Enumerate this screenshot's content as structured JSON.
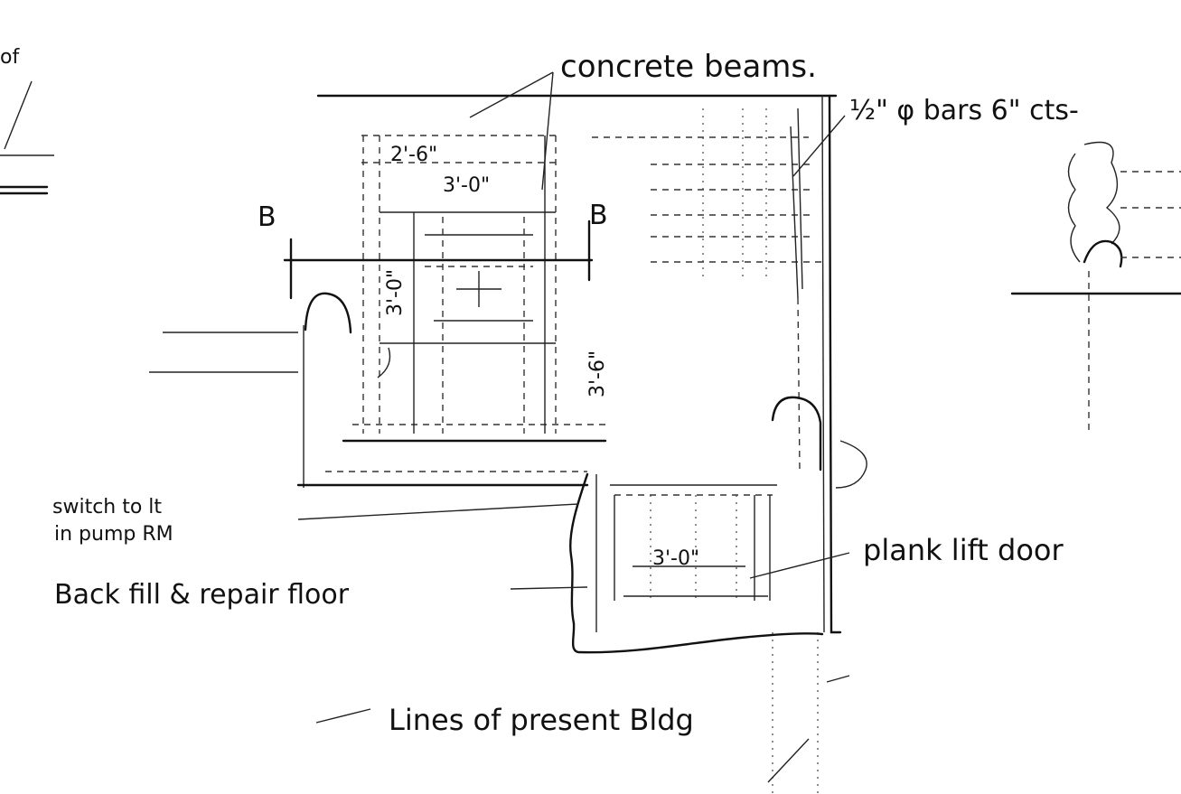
{
  "notes": {
    "concrete_beams": "concrete beams.",
    "bars": "½\" φ bars 6\" cts-",
    "switch_line1": "switch to lt",
    "switch_line2": "in pump RM",
    "backfill": "Back fill & repair floor",
    "plank_door": "plank lift door",
    "present_bldg": "Lines of present Bldg",
    "corner_fragment": "of"
  },
  "section_marks": {
    "left": "B",
    "right": "B"
  },
  "dimensions": {
    "upper_width_a": "2'-6\"",
    "upper_width_b": "3'-0\"",
    "left_height": "3'-0\"",
    "right_height": "3'-6\"",
    "door_width": "3'-0\""
  }
}
